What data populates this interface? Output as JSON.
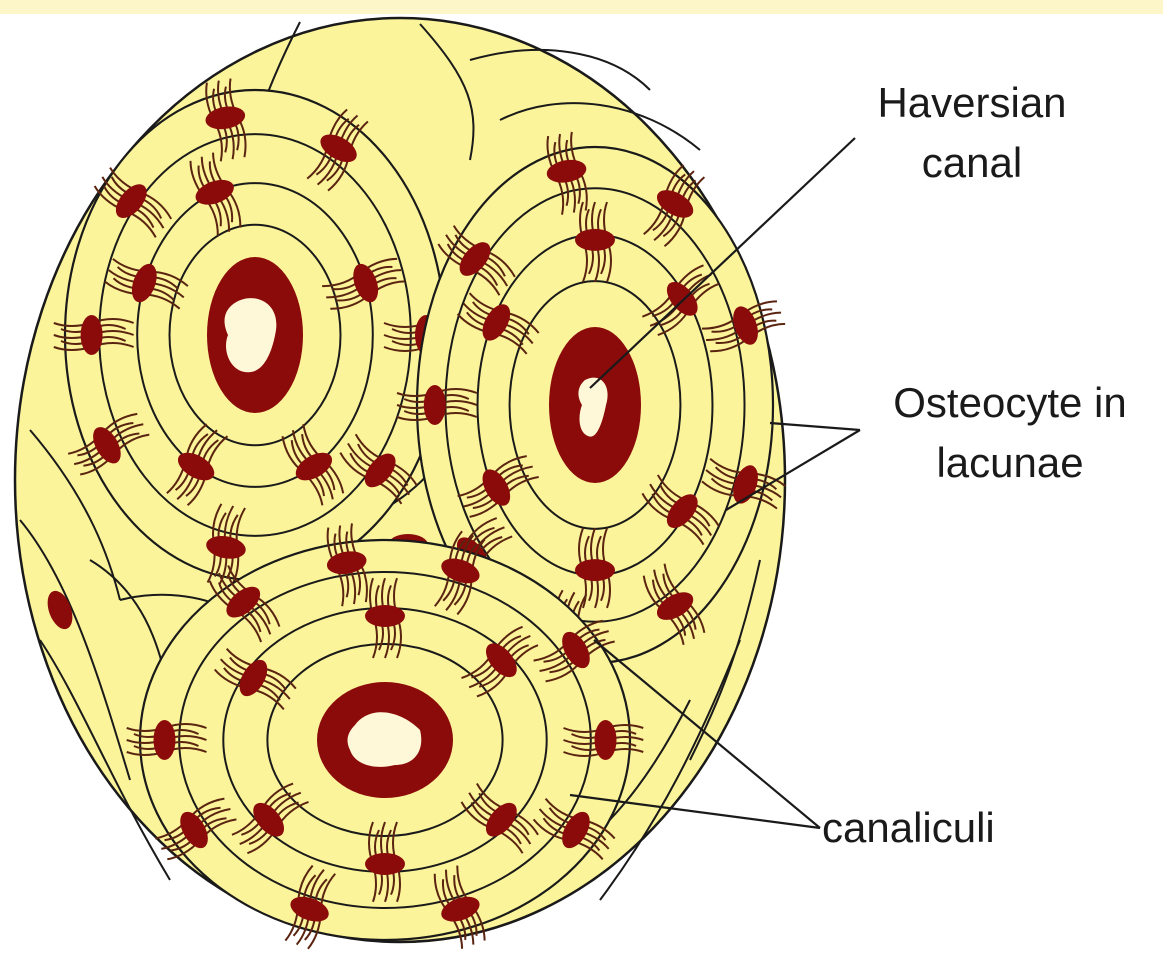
{
  "labels": {
    "haversian_line1": "Haversian",
    "haversian_line2": "canal",
    "osteocyte_line1": "Osteocyte in",
    "osteocyte_line2": "lacunae",
    "canaliculi": "canaliculi"
  },
  "colors": {
    "background": "#ffffff",
    "top_strip": "#fdf6c8",
    "bone_matrix": "#fbf49a",
    "ring_lines": "#1a1a1a",
    "canal_and_cells": "#8b0a0a",
    "canal_lumen": "#fff8d8",
    "canaliculi_strands": "#5a2410",
    "label_text": "#1a1a1a"
  }
}
